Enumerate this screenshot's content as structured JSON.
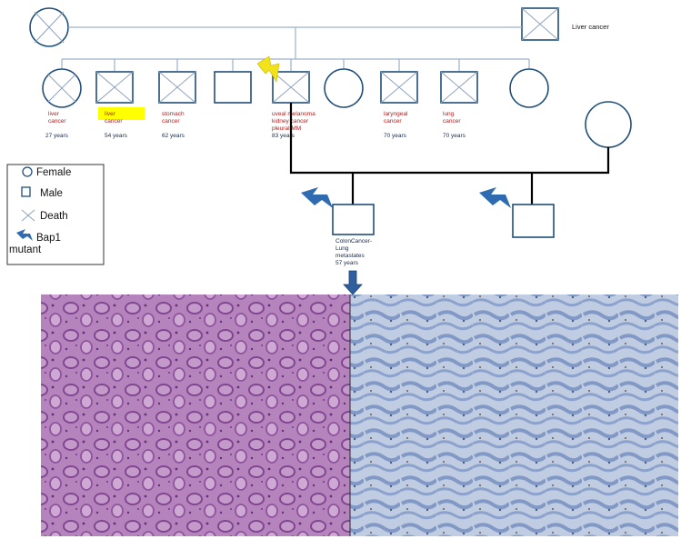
{
  "top_right_label": "Liver cancer",
  "generation2": [
    {
      "diag": "liver cancer",
      "age": "27 years"
    },
    {
      "diag": "liver cancer",
      "age": "54 years"
    },
    {
      "diag": "stomach cancer",
      "age": "62 years"
    },
    {
      "diag": "uveal melanoma kidney cancer pleural MM",
      "age": "83 years"
    },
    {
      "diag": "laryngeal cancer",
      "age": "70 years"
    },
    {
      "diag": "lung cancer",
      "age": "70 years"
    }
  ],
  "proband": {
    "line1": "ColonCancer-",
    "line2": "Lung",
    "line3": "metastates",
    "age": "57 years"
  },
  "legend": {
    "female": "Female",
    "male": "Male",
    "death": "Death",
    "bap1_line1": "Bap1",
    "bap1_line2": "mutant"
  },
  "colors": {
    "symbol_stroke": "#1f4e79",
    "highlight": "#ffff00",
    "bap1_marker": "#2e6bb0",
    "lightning": "#f2e21a",
    "he_stain": "#b57fb8",
    "ihc_stain": "#a9bcd8"
  }
}
